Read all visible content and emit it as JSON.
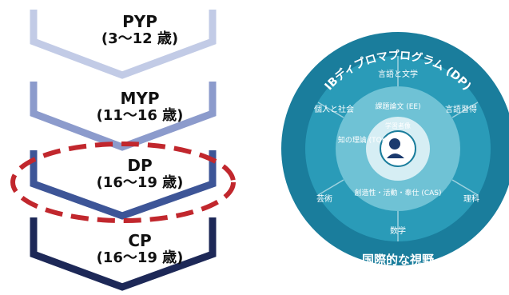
{
  "stages": [
    {
      "name": "PYP",
      "age": "(3〜12 歳)"
    },
    {
      "name": "MYP",
      "age": "(11〜16 歳)"
    },
    {
      "name": "DP",
      "age": "(16〜19 歳)"
    },
    {
      "name": "CP",
      "age": "(16〜19 歳)"
    }
  ],
  "colors": {
    "pyp": "#c2cbe6",
    "myp": "#8c9bcc",
    "dp": "#3d5597",
    "cp": "#1d2857",
    "highlight": "#c1272d",
    "wheel_outer": "#1a7d9c",
    "wheel_mid": "#2a9bb8",
    "wheel_inner": "#6fc2d5",
    "wheel_core": "#d6eef4"
  },
  "wheel": {
    "title": "IBディプロマプログラム (DP)",
    "bottom": "国際的な視野",
    "outer_labels": [
      "言語と文学",
      "言語習得",
      "個人と社会",
      "理科",
      "数学",
      "芸術"
    ],
    "inner_labels": [
      "課題論文 (EE)",
      "知の理論 (TOK)",
      "創造性・活動・奉仕 (CAS)"
    ],
    "core_label": "学習者像"
  }
}
